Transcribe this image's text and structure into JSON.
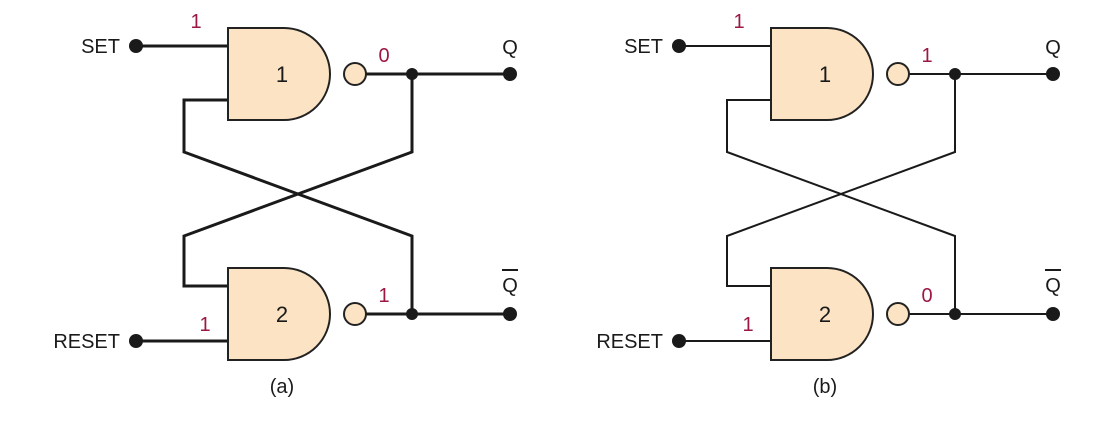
{
  "colors": {
    "gate_fill": "#fbe3c3",
    "gate_stroke": "#222222",
    "wire": "#1a1a1a",
    "level_text": "#9b1845"
  },
  "circuits": [
    {
      "caption": "(a)",
      "set_label": "SET",
      "reset_label": "RESET",
      "q_label": "Q",
      "qbar_label": "Q",
      "gate1_label": "1",
      "gate2_label": "2",
      "set_level": "1",
      "reset_level": "1",
      "q_level": "0",
      "qbar_level": "1"
    },
    {
      "caption": "(b)",
      "set_label": "SET",
      "reset_label": "RESET",
      "q_label": "Q",
      "qbar_label": "Q",
      "gate1_label": "1",
      "gate2_label": "2",
      "set_level": "1",
      "reset_level": "1",
      "q_level": "1",
      "qbar_level": "0"
    }
  ]
}
